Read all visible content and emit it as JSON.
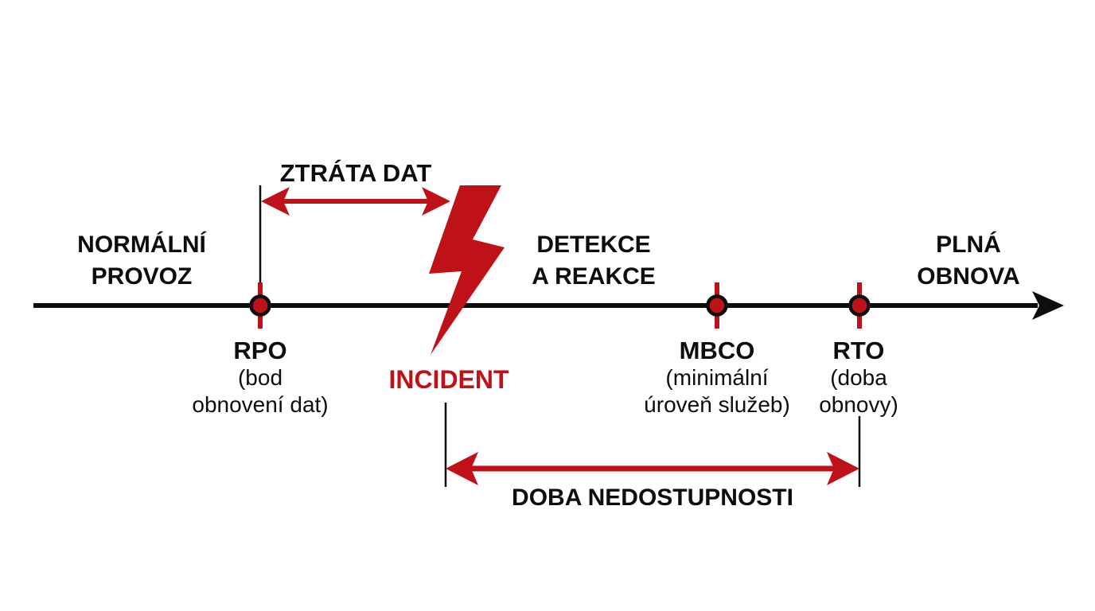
{
  "diagram": {
    "title_semantic": "RPO / RTO business continuity timeline",
    "phases": {
      "normal_operation": {
        "line1": "NORMÁLNÍ",
        "line2": "PROVOZ"
      },
      "detection_response": {
        "line1": "DETEKCE",
        "line2": "A REAKCE"
      },
      "full_recovery": {
        "line1": "PLNÁ",
        "line2": "OBNOVA"
      }
    },
    "spans": {
      "data_loss": {
        "label": "ZTRÁTA DAT"
      },
      "downtime": {
        "label": "DOBA NEDOSTUPNOSTI"
      }
    },
    "incident": {
      "label": "INCIDENT"
    },
    "milestones": [
      {
        "abbr": "RPO",
        "desc_line1": "(bod",
        "desc_line2": "obnovení dat)"
      },
      {
        "abbr": "MBCO",
        "desc_line1": "(minimální",
        "desc_line2": "úroveň služeb)"
      },
      {
        "abbr": "RTO",
        "desc_line1": "(doba",
        "desc_line2": "obnovy)"
      }
    ],
    "icons": [
      "incident-lightning-icon",
      "timeline-arrowhead-icon",
      "data-loss-double-arrow-icon",
      "downtime-double-arrow-icon"
    ],
    "colors": {
      "accent_red": "#bf1218",
      "line_black": "#0d0d0d",
      "background": "#ffffff"
    }
  }
}
